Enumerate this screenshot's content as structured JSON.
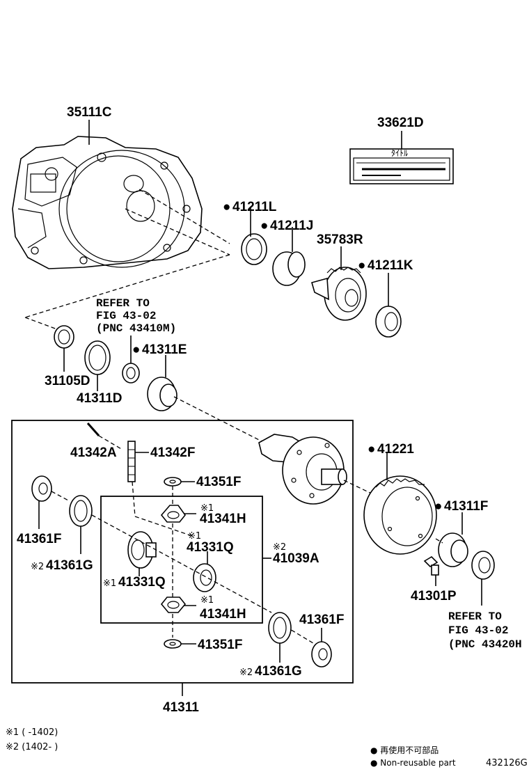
{
  "parts": {
    "p35111C": "35111C",
    "p33621D": "33621D",
    "p41211L": "41211L",
    "p41211J": "41211J",
    "p35783R": "35783R",
    "p41211K": "41211K",
    "p31105D": "31105D",
    "p41311D": "41311D",
    "p41311E": "41311E",
    "p41342A": "41342A",
    "p41342F": "41342F",
    "p41351F_top": "41351F",
    "p41341H_top": "41341H",
    "p41331Q_top": "41331Q",
    "p41039A": "41039A",
    "p41361F_left": "41361F",
    "p41361G_left": "41361G",
    "p41331Q_left": "41331Q",
    "p41341H_bot": "41341H",
    "p41351F_bot": "41351F",
    "p41361F_right": "41361F",
    "p41361G_right": "41361G",
    "p41311": "41311",
    "p41221": "41221",
    "p41311F": "41311F",
    "p41301P": "41301P"
  },
  "marks": {
    "bullet": "●",
    "ref1": "※1",
    "ref2": "※2",
    "ref1_inline": "※1",
    "ref2_inline": "※2"
  },
  "refer_left": {
    "line1": "REFER TO",
    "line2": "FIG 43-02",
    "line3": "(PNC 43410M)"
  },
  "refer_right": {
    "line1": "REFER TO",
    "line2": "FIG 43-02",
    "line3": "(PNC 43420H"
  },
  "notes": {
    "note1": "※1 (   -1402)",
    "note2": "※2 (1402-   )"
  },
  "legend": {
    "jp": "● 再使用不可部品",
    "en": "● Non-reusable part"
  },
  "figure_id": "432126G",
  "label_plate": {
    "header": "ﾀｲﾄﾙ"
  }
}
